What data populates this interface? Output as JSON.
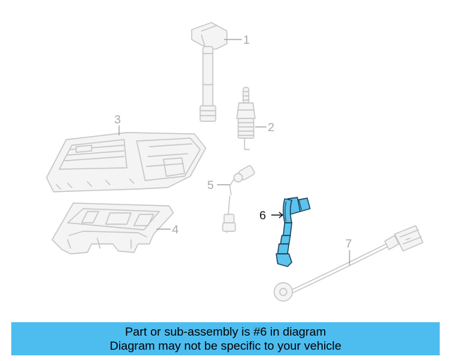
{
  "diagram": {
    "callouts": [
      {
        "id": "1",
        "highlighted": false
      },
      {
        "id": "2",
        "highlighted": false
      },
      {
        "id": "3",
        "highlighted": false
      },
      {
        "id": "4",
        "highlighted": false
      },
      {
        "id": "5",
        "highlighted": false
      },
      {
        "id": "6",
        "highlighted": true
      },
      {
        "id": "7",
        "highlighted": false
      }
    ],
    "highlight_color": "#5cc3ec",
    "ghost_color": "#c4c4c4"
  },
  "banner": {
    "line1": "Part or sub-assembly is #6 in diagram",
    "line2": "Diagram may not be specific to your vehicle",
    "background": "#4dbdf0"
  }
}
